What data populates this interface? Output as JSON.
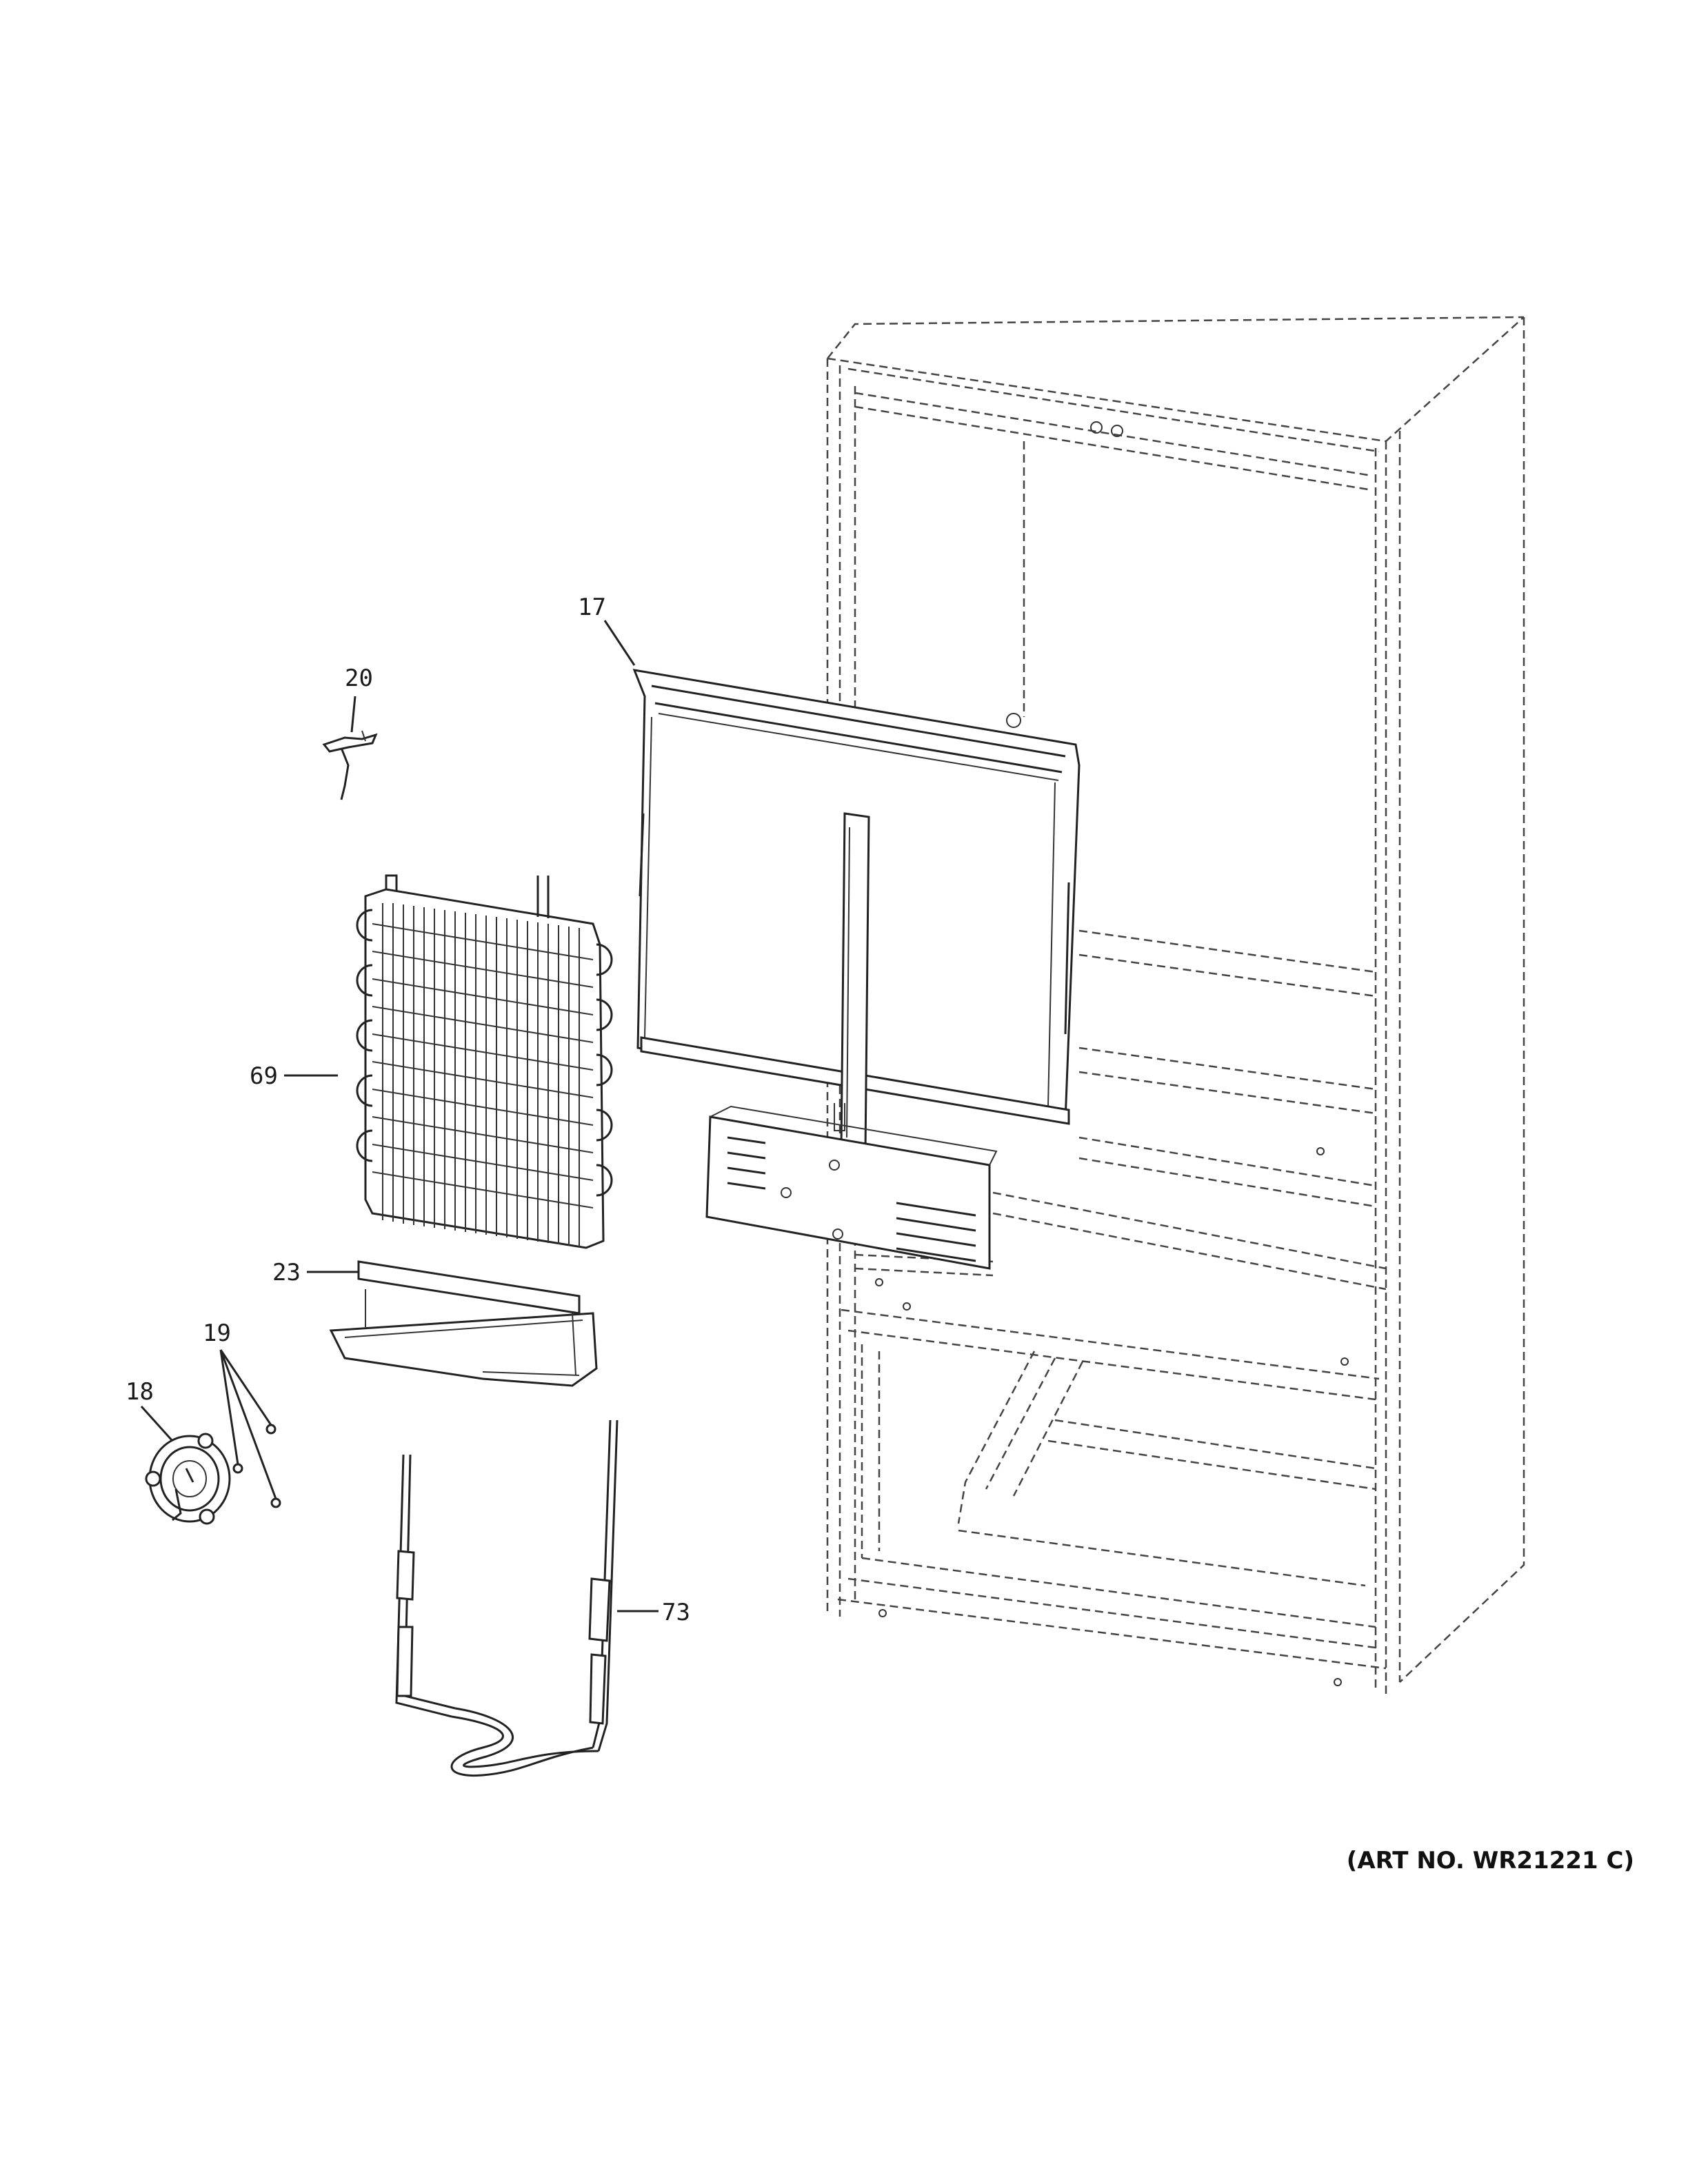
{
  "art_number": "(ART NO. WR21221 C)",
  "callouts": {
    "p17": "17",
    "p20": "20",
    "p69": "69",
    "p23": "23",
    "p19": "19",
    "p18": "18",
    "p73": "73"
  }
}
